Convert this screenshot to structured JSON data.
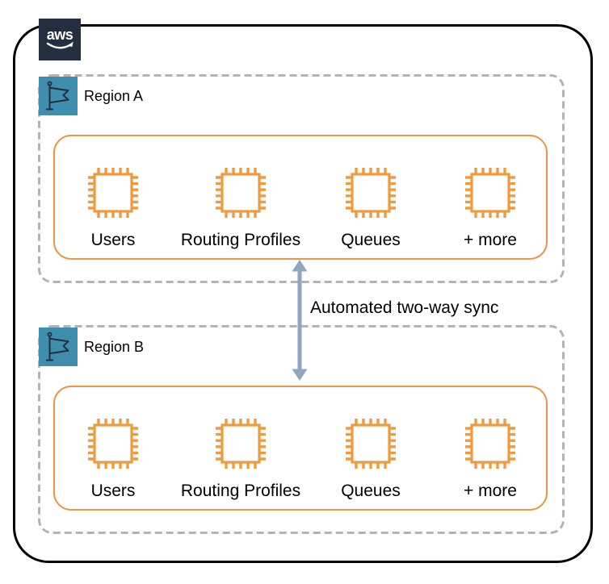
{
  "logo": {
    "text": "aws",
    "icon": "aws-smile-logo"
  },
  "sync": {
    "label": "Automated two-way sync",
    "icon": "double-headed-arrow-icon"
  },
  "regions": [
    {
      "label": "Region A",
      "icon": "flag-icon",
      "items": [
        "Users",
        "Routing Profiles",
        "Queues",
        "+ more"
      ],
      "item_icon": "chip-icon"
    },
    {
      "label": "Region B",
      "icon": "flag-icon",
      "items": [
        "Users",
        "Routing Profiles",
        "Queues",
        "+ more"
      ],
      "item_icon": "chip-icon"
    }
  ],
  "colors": {
    "outer_border": "#000000",
    "dashed_region_border": "#b3b3b3",
    "resource_border": "#ec9440",
    "chip_orange": "#f09a3e",
    "flag_background": "#3f8ead",
    "flag_glyph": "#232f3e",
    "aws_logo_background": "#232f3e",
    "sync_arrow": "#8fa6c2",
    "text": "#000000"
  }
}
